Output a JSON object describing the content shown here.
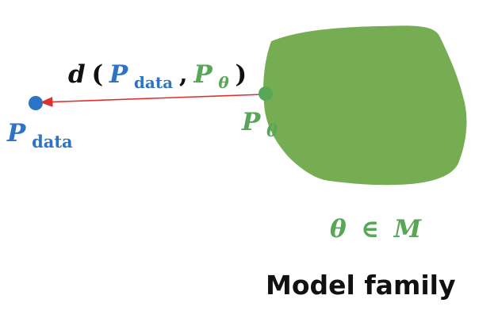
{
  "colors": {
    "data_point": "#2e74c6",
    "model_region": "#77ad52",
    "model_point": "#58a657",
    "distance_arrow": "#e0302d",
    "text_dark": "#111111"
  },
  "labels": {
    "distance": {
      "fn": "d",
      "open": "(",
      "arg1": "P",
      "arg1_sub": "data",
      "comma": ",",
      "arg2": "P",
      "arg2_sub": "θ",
      "close": ")"
    },
    "data_point": {
      "symbol": "P",
      "sub": "data"
    },
    "model_point": {
      "symbol": "P",
      "sub": "θ"
    },
    "membership": {
      "var": "θ",
      "op": " ∈ ",
      "set": "M"
    },
    "caption": "Model family"
  }
}
